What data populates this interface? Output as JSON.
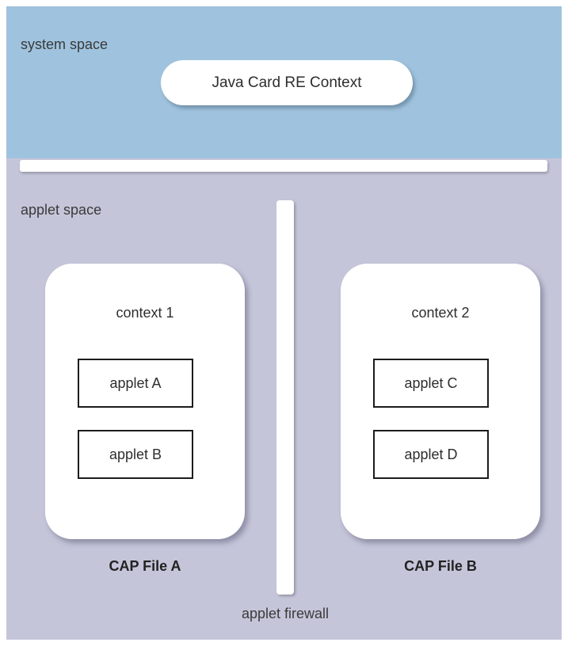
{
  "diagram": {
    "system_space": {
      "label": "system space",
      "jcre_context": "Java Card RE Context"
    },
    "applet_space": {
      "label": "applet space",
      "firewall_label": "applet firewall",
      "contexts": [
        {
          "title": "context 1",
          "applets": [
            "applet A",
            "applet B"
          ],
          "cap_file": "CAP File A"
        },
        {
          "title": "context 2",
          "applets": [
            "applet C",
            "applet D"
          ],
          "cap_file": "CAP File B"
        }
      ]
    },
    "colors": {
      "system_space_bg": "#9fc3de",
      "applet_space_bg": "#c5c5da",
      "box_bg": "#ffffff",
      "applet_border": "#1c1c1c"
    }
  }
}
